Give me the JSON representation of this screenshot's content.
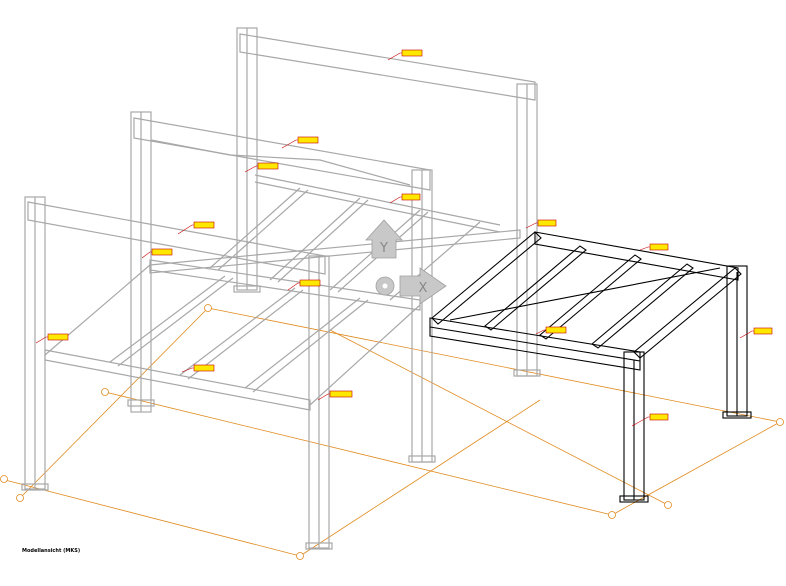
{
  "viewport": {
    "view_label": "Modellansicht (MKS)",
    "ucs_icon": {
      "y_axis": "Y",
      "x_axis": "X"
    }
  },
  "colors": {
    "background": "#ffffff",
    "ghost_frame": "#a8a8a8",
    "active_frame": "#000000",
    "grid_line": "#e08a1e",
    "tag_fill": "#ffe800",
    "tag_border": "#c80000",
    "ucs_icon": "#a0a0a0"
  },
  "icons": [
    "ucs-icon",
    "grid-bubble-icon"
  ]
}
